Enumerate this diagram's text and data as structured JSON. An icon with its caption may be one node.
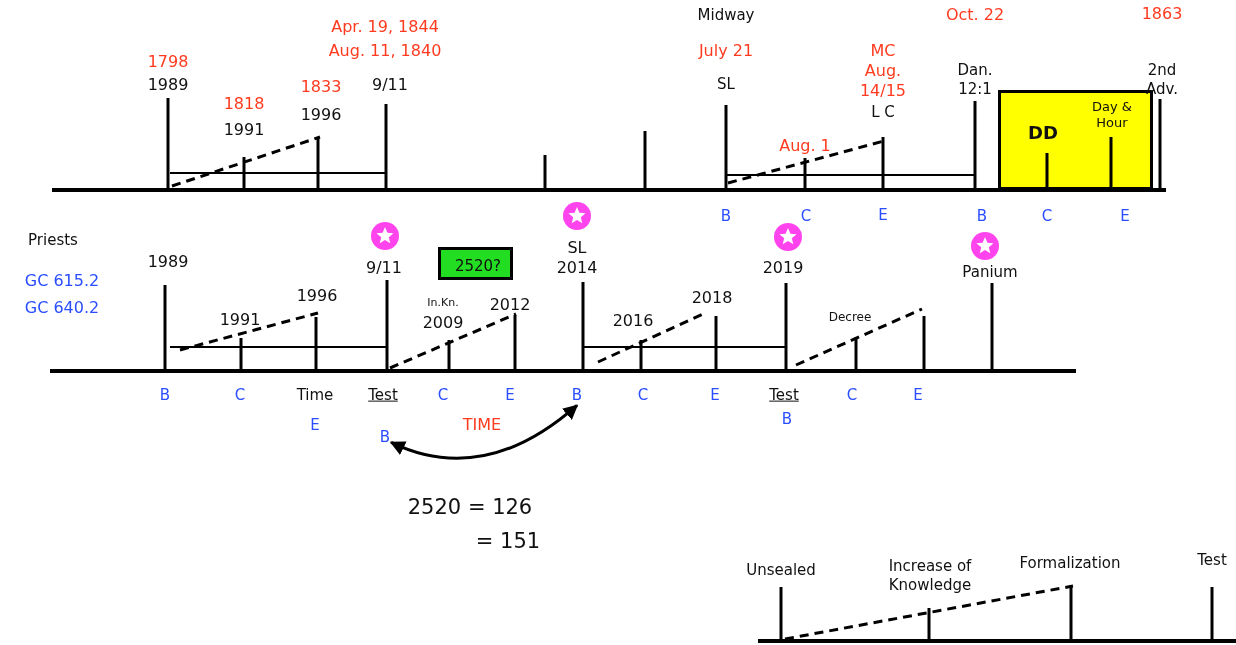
{
  "diagram": {
    "nodes": [
      {
        "text": [
          "DD",
          "Day & Hour"
        ]
      },
      {
        "text": [
          "2520?"
        ]
      },
      {
        "text": [
          "B"
        ]
      },
      {
        "text": [
          "B"
        ]
      }
    ],
    "edges": [
      {
        "from": 3,
        "to": 2,
        "arrow": "both",
        "label": "TIME"
      }
    ],
    "labels": [
      "Apr. 19, 1844",
      "Midway",
      "Oct. 22",
      "1863",
      "Aug. 11, 1840",
      "July 21",
      "1798",
      "MC Aug. 14/15",
      "Dan. 12:1",
      "2nd Adv.",
      "1989",
      "1833",
      "9/11",
      "SL",
      "1818",
      "1996",
      "L C",
      "1991",
      "Aug. 1",
      "Priests",
      "B",
      "C",
      "E",
      "B",
      "C",
      "E",
      "1989",
      "9/11",
      "SL 2014",
      "2019",
      "Panium",
      "GC 615.2",
      "GC 640.2",
      "1996",
      "In.Kn.",
      "2012",
      "2018",
      "1991",
      "2009",
      "2016",
      "Decree",
      "B",
      "C",
      "Time",
      "Test",
      "C",
      "E",
      "C",
      "E",
      "Test",
      "C",
      "E",
      "E",
      "B",
      "2520 = 126",
      "= 151",
      "Unsealed",
      "Increase of Knowledge",
      "Formalization",
      "Test"
    ]
  }
}
